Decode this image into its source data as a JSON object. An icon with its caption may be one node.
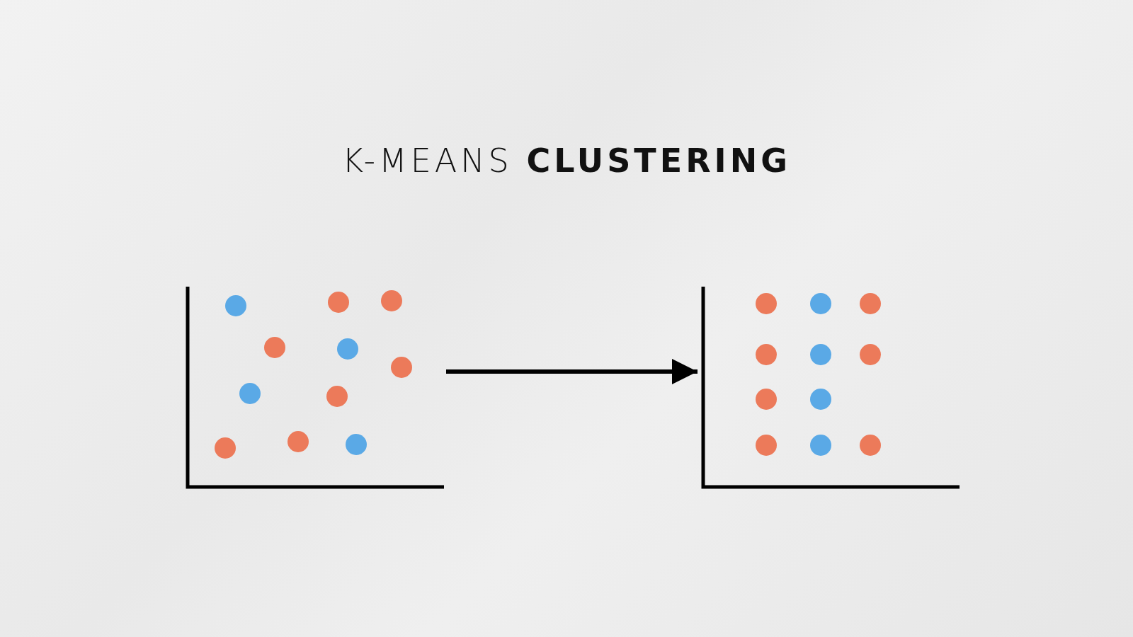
{
  "diagram": {
    "title": "K-MEANS **CLUSTERING**",
    "nodes": [
      {
        "text": [],
        "shape": "picture"
      },
      {
        "text": [],
        "shape": "picture"
      }
    ],
    "edges": [
      {
        "from": 0,
        "to": 1,
        "arrow": "to"
      }
    ]
  }
}
